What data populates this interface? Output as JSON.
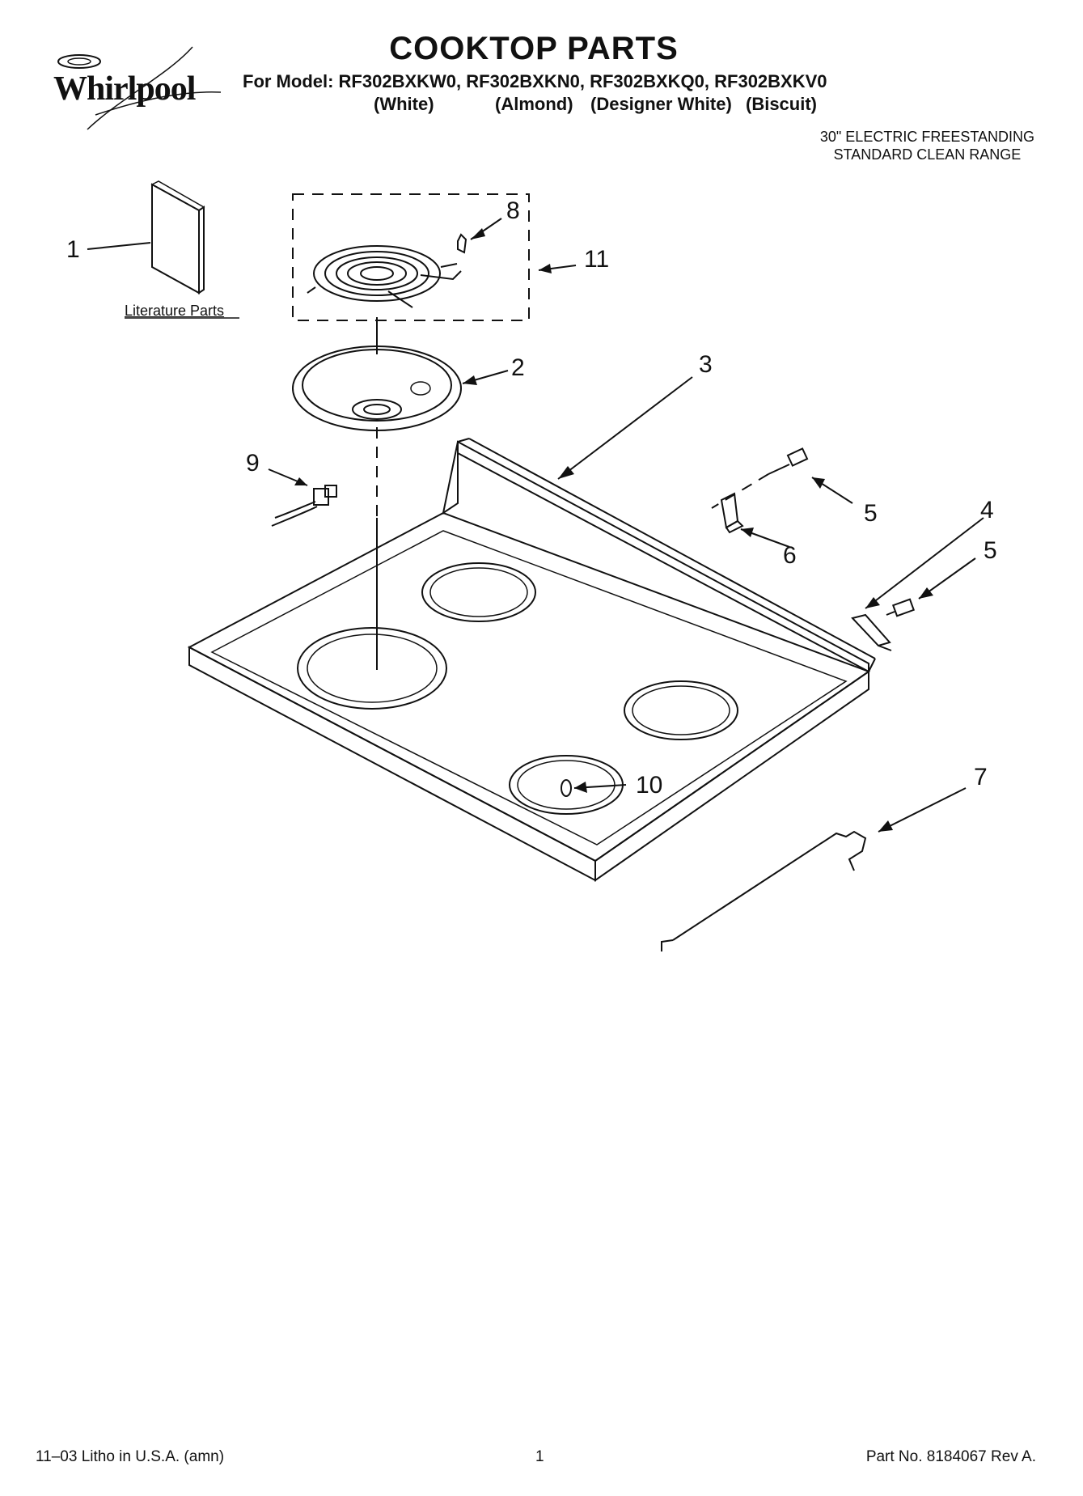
{
  "header": {
    "brand": "Whirlpool",
    "title": "COOKTOP PARTS",
    "models_line": "For Model: RF302BXKW0, RF302BXKN0, RF302BXKQ0, RF302BXKV0",
    "colors": [
      "(White)",
      "(Almond)",
      "(Designer White)",
      "(Biscuit)"
    ],
    "subtitle_line1": "30\" ELECTRIC FREESTANDING",
    "subtitle_line2": "STANDARD CLEAN RANGE"
  },
  "diagram": {
    "literature_label": "Literature Parts",
    "callouts": [
      "1",
      "2",
      "3",
      "4",
      "5",
      "5",
      "6",
      "7",
      "8",
      "9",
      "10",
      "11"
    ]
  },
  "footer": {
    "left": "11–03 Litho in U.S.A. (amn)",
    "center": "1",
    "right": "Part No. 8184067 Rev A."
  }
}
